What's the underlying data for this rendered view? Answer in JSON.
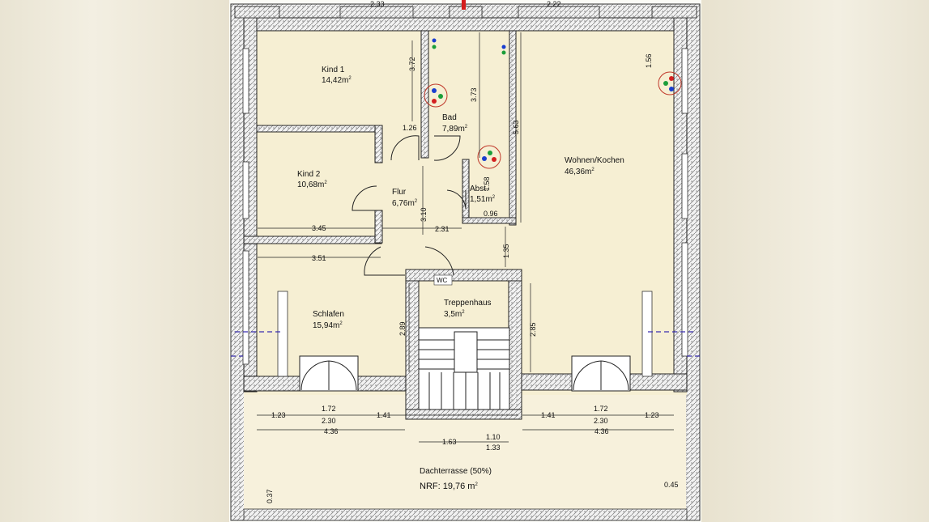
{
  "top_dims": {
    "left": "2.33",
    "right": "2.22"
  },
  "rooms": {
    "kind1": {
      "name": "Kind 1",
      "area": "14,42m",
      "exp": "2"
    },
    "kind2": {
      "name": "Kind 2",
      "area": "10,68m",
      "exp": "2"
    },
    "bad": {
      "name": "Bad",
      "area": "7,89m",
      "exp": "2"
    },
    "flur": {
      "name": "Flur",
      "area": "6,76m",
      "exp": "2"
    },
    "abst": {
      "name": "Abst.",
      "area": "1,51m",
      "exp": "2"
    },
    "wohnen": {
      "name": "Wohnen/Kochen",
      "area": "46,36m",
      "exp": "2"
    },
    "treppenhaus": {
      "name": "Treppenhaus",
      "area": "3,5m",
      "exp": "2"
    },
    "schlafen": {
      "name": "Schlafen",
      "area": "15,94m",
      "exp": "2"
    },
    "terrasse": {
      "name": "Dachterrasse (50%)",
      "area": "NRF: 19,76  m",
      "exp": "2"
    }
  },
  "dimensions": {
    "d372": "3.72",
    "d373": "3.73",
    "d156": "1.56",
    "d126": "1.26",
    "d563": "5.63",
    "d158": "1.58",
    "d096": "0.96",
    "d310": "3.10",
    "d345": "3.45",
    "d231": "2.31",
    "d351": "3.51",
    "d135": "1.35",
    "d289": "2.89",
    "d285": "2.85",
    "d123a": "1.23",
    "d172a": "1.72",
    "d230a": "2.30",
    "d141a": "1.41",
    "d436a": "4.36",
    "d141b": "1.41",
    "d172b": "1.72",
    "d230b": "2.30",
    "d123b": "1.23",
    "d436b": "4.36",
    "d163": "1.63",
    "d110": "1.10",
    "d133": "1.33",
    "d037": "0.37",
    "d045": "0.45"
  },
  "wc_label": "WC"
}
